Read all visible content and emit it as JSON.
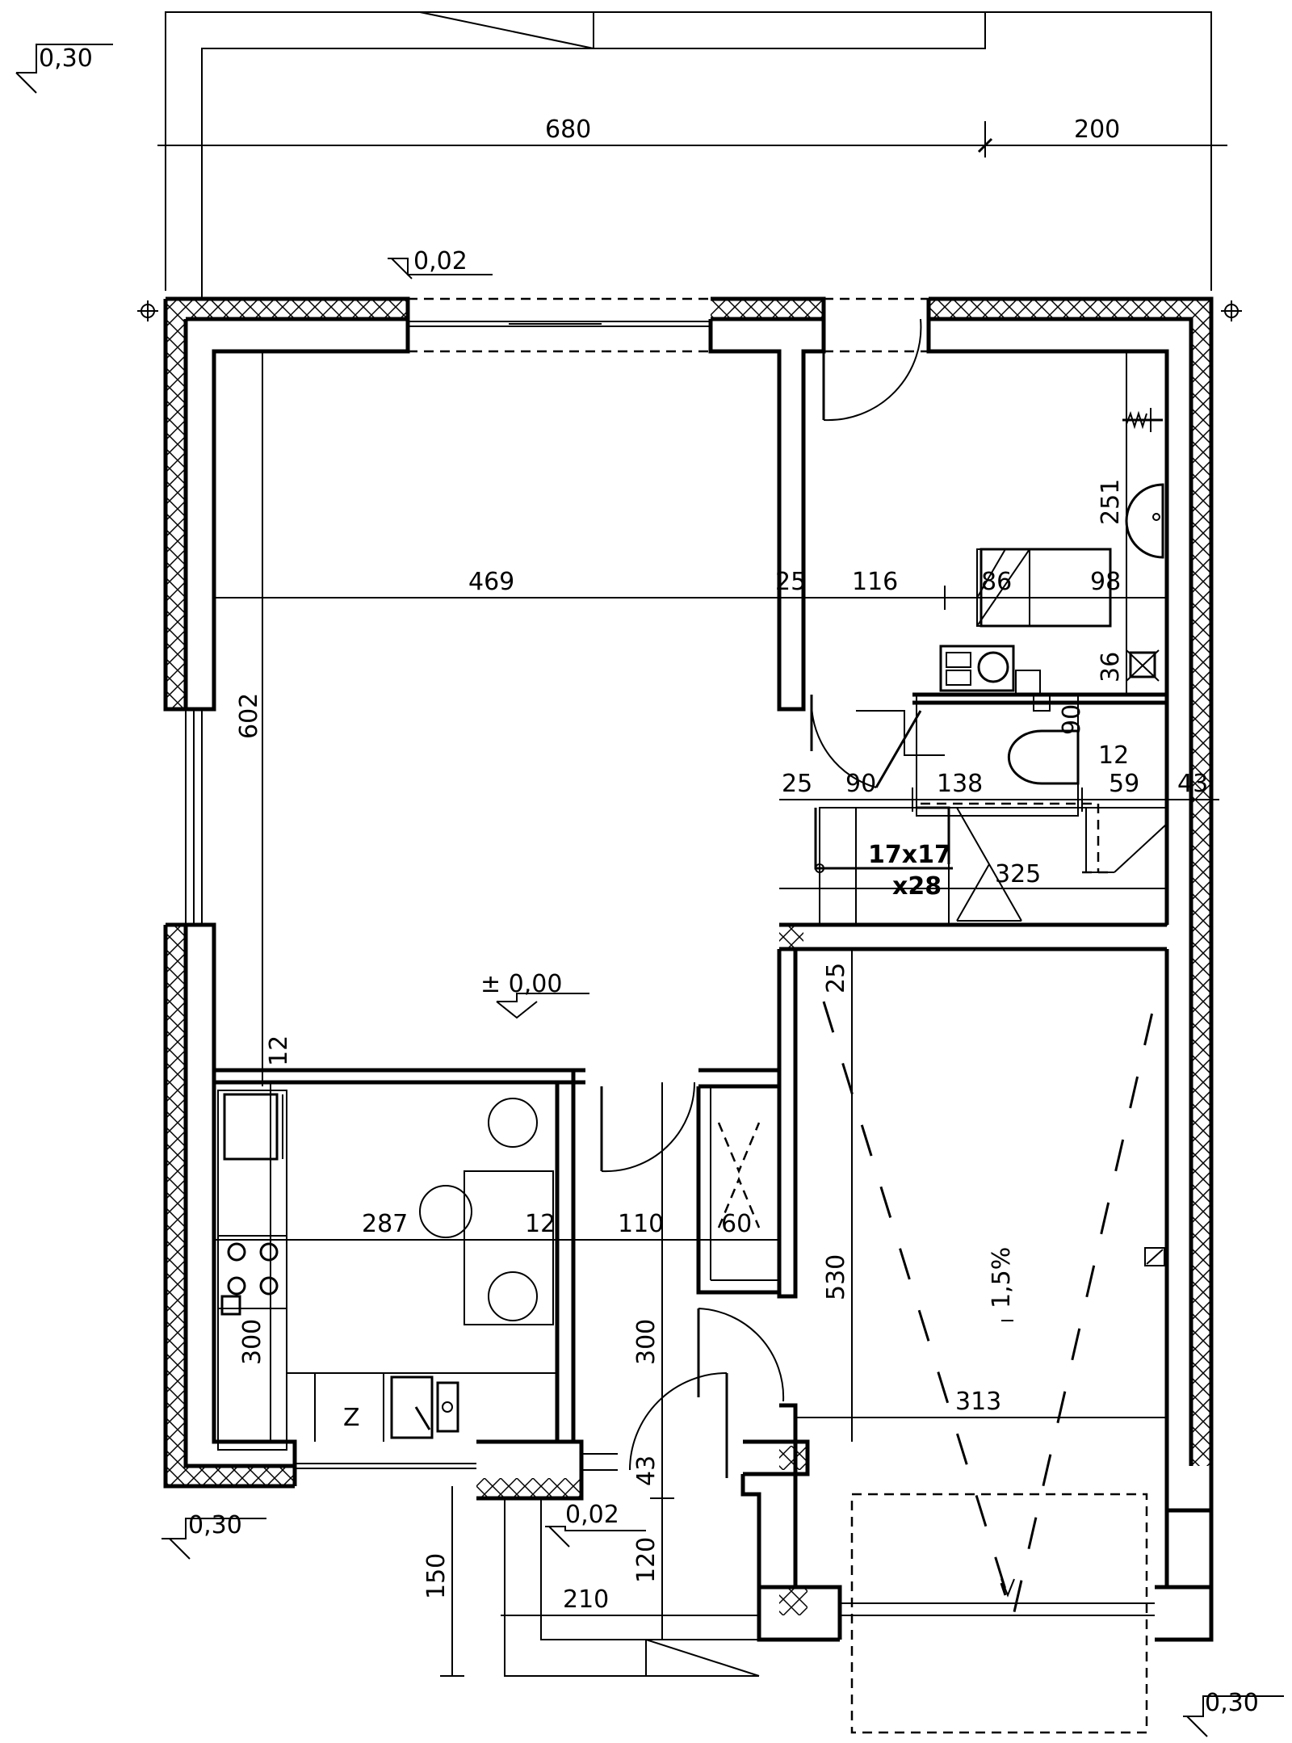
{
  "drawing": {
    "levels": {
      "top_left": "0,30",
      "entrance_top": "0,02",
      "floor": "± 0,00",
      "bottom_left": "0,30",
      "entrance_bottom": "0,02",
      "bottom_right": "0,30"
    },
    "dimensions": {
      "top_680": "680",
      "top_200": "200",
      "d469": "469",
      "d25a": "25",
      "d116": "116",
      "d86": "86",
      "d98": "98",
      "d251": "251",
      "d36": "36",
      "d602": "602",
      "d90v": "90",
      "d12a": "12",
      "d25b": "25",
      "d90h": "90",
      "d138": "138",
      "d59": "59",
      "d43a": "43",
      "d325": "325",
      "d25c": "25",
      "d12b": "12",
      "d287": "287",
      "d12c": "12",
      "d110": "110",
      "d60": "60",
      "d530": "530",
      "d300a": "300",
      "d300b": "300",
      "d313": "313",
      "d43b": "43",
      "d150": "150",
      "d120": "120",
      "d210": "210"
    },
    "stairs": {
      "size": "17x17",
      "count": "x28"
    },
    "garage": {
      "slope": "1,5%"
    },
    "kitchen": {
      "fridge_mark": "Z"
    }
  }
}
